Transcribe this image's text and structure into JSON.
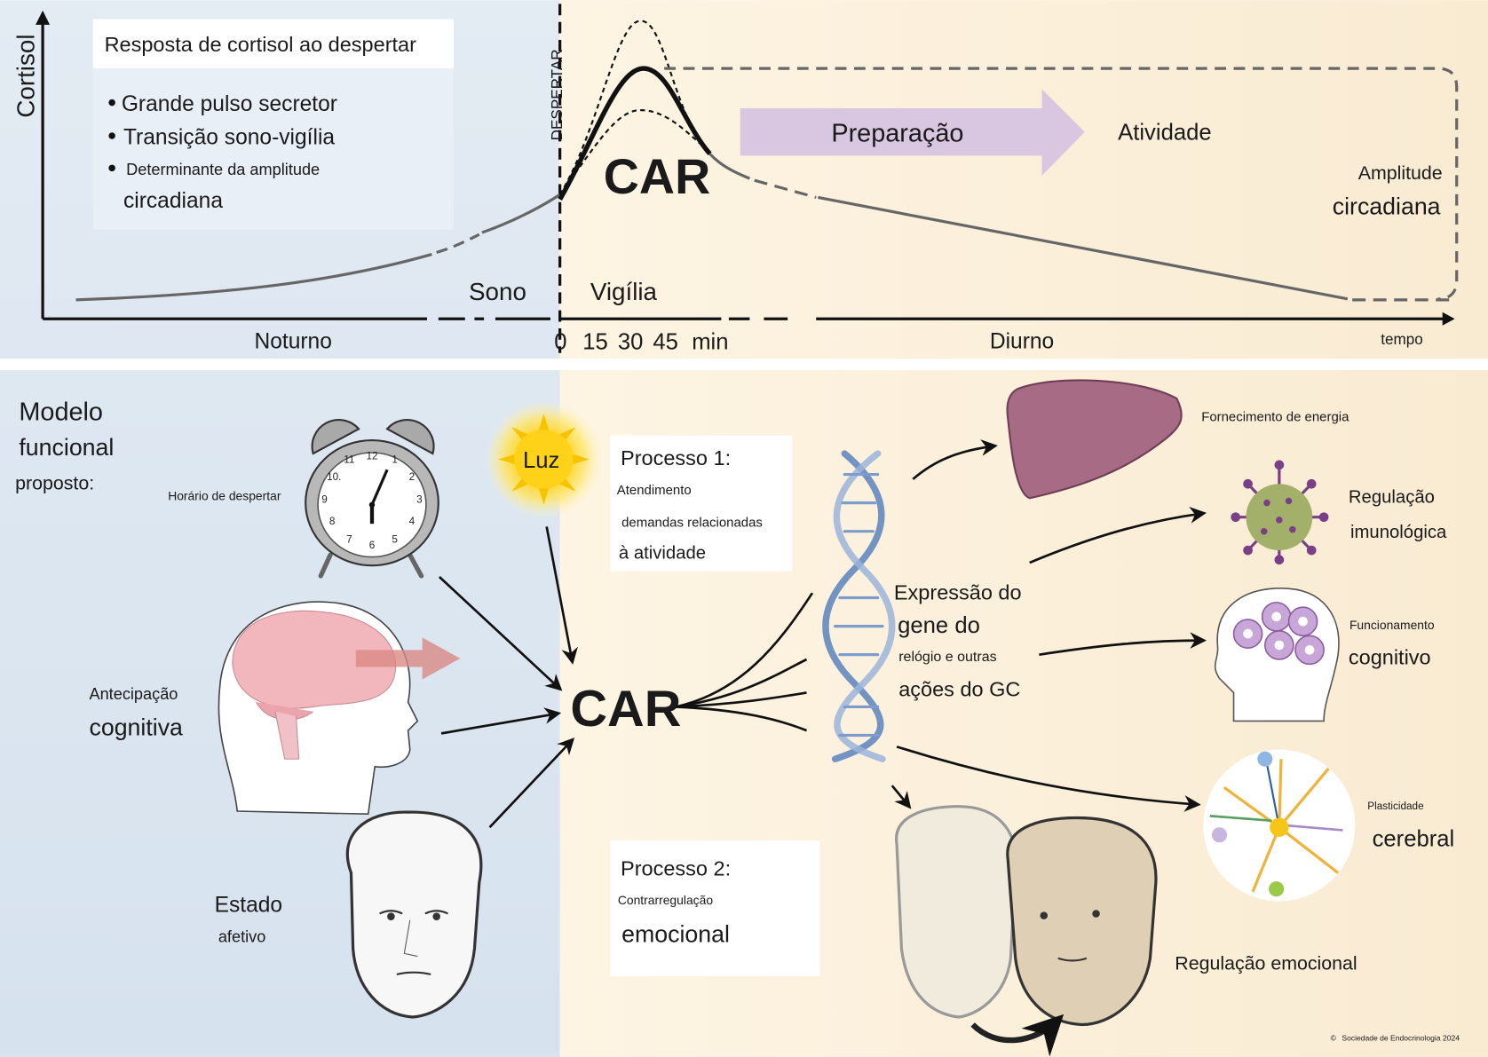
{
  "top_panel": {
    "y_axis_label": "Cortisol",
    "info_box": {
      "title": "Resposta de cortisol ao despertar",
      "bullets": [
        "Grande pulso secretor",
        "Transição sono-vigília",
        "Determinante da amplitude"
      ],
      "bullet_continuation": "circadiana"
    },
    "wake_line_label": "DESPERTAR",
    "peak_label": "CAR",
    "sleep_label": "Sono",
    "wake_label": "Vigília",
    "arrow_label": "Preparação",
    "activity_label": "Atividade",
    "amplitude_label_1": "Amplitude",
    "amplitude_label_2": "circadiana",
    "x_labels": {
      "night": "Noturno",
      "minutes": [
        "0",
        "15",
        "30",
        "45",
        "min"
      ],
      "day": "Diurno",
      "time": "tempo"
    }
  },
  "bottom_panel": {
    "model_title": [
      "Modelo",
      "funcional",
      "proposto:"
    ],
    "wake_time_label": "Horário de despertar",
    "clock_numbers": [
      "12",
      "1",
      "2",
      "3",
      "4",
      "5",
      "6",
      "7",
      "8",
      "9",
      "10.",
      "11"
    ],
    "light_label": "Luz",
    "process1": {
      "title": "Processo 1:",
      "lines": [
        "Atendimento",
        "demandas relacionadas",
        "à atividade"
      ]
    },
    "anticipation": [
      "Antecipação",
      "cognitiva"
    ],
    "affective": [
      "Estado",
      "afetivo"
    ],
    "center_label": "CAR",
    "process2": {
      "title": "Processo 2:",
      "lines": [
        "Contrarregulação",
        "emocional"
      ]
    },
    "gene_expression": [
      "Expressão do",
      "gene do",
      "relógio e outras",
      "ações do GC"
    ],
    "outcomes": {
      "energy": "Fornecimento de energia",
      "immune": [
        "Regulação",
        "imunológica"
      ],
      "cognitive": [
        "Funcionamento",
        "cognitivo"
      ],
      "plasticity": [
        "Plasticidade",
        "cerebral"
      ],
      "emotional": "Regulação emocional"
    },
    "copyright": "Sociedade de Endocrinologia 2024"
  },
  "colors": {
    "night_bg": "#dde7f1",
    "day_bg": "#fbf0da",
    "arrow_fill": "#d9c6e0",
    "liver": "#a86b86",
    "virus_body": "#a3b06a",
    "virus_spikes": "#7a3f86",
    "gears": "#c9a6d8",
    "dna": "#5b82be"
  }
}
